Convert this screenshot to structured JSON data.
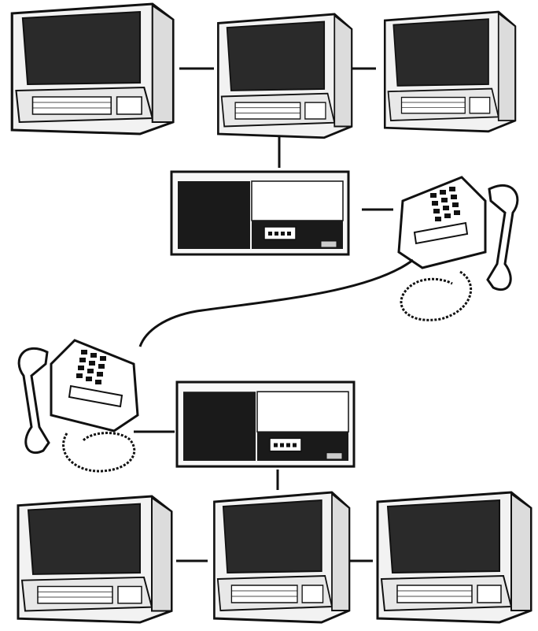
{
  "diagram": {
    "title": "",
    "networks": [
      {
        "id": "network-a",
        "terminals": [
          "terminal-left",
          "terminal-center",
          "terminal-right"
        ],
        "central_unit": "central-unit",
        "modem": "telephone-modem"
      },
      {
        "id": "network-b",
        "terminals": [
          "terminal-left",
          "terminal-center",
          "terminal-right"
        ],
        "central_unit": "central-unit",
        "modem": "telephone-modem"
      }
    ],
    "link": "telephone-cord"
  },
  "colors": {
    "ink": "#111111",
    "paper": "#ffffff",
    "screen": "#2a2a2a",
    "cabinet_light": "#f2f2f2",
    "panel_dark": "#1a1a1a"
  },
  "icons": {
    "terminal": "crt-terminal-icon",
    "central_unit": "computer-cabinet-icon",
    "modem": "telephone-icon"
  }
}
